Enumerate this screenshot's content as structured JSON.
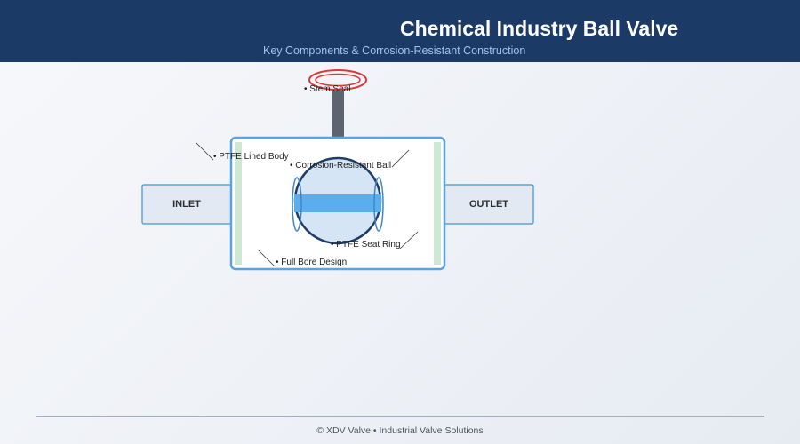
{
  "header": {
    "title": "Chemical Industry Ball Valve",
    "subtitle": "Key Components & Corrosion-Resistant Construction"
  },
  "diagram": {
    "ports": {
      "inlet": "INLET",
      "outlet": "OUTLET"
    },
    "callouts": {
      "stem_seal": "• Stem Seal",
      "ptfe_lined_body": "• PTFE Lined Body",
      "corrosion_resistant_ball": "• Corrosion-Resistant Ball",
      "ptfe_seat_ring": "• PTFE Seat Ring",
      "full_bore_design": "• Full Bore Design"
    },
    "colors": {
      "header_bg": "#1b3a66",
      "body_outline": "#5aa3e0",
      "ball_fill": "#d5e5f6",
      "bore": "#5aaeee",
      "liner": "#cfe8d6",
      "handwheel": "#d83a3a",
      "stem": "#5d6470"
    }
  },
  "footer": {
    "text": "© XDV Valve • Industrial Valve Solutions"
  }
}
